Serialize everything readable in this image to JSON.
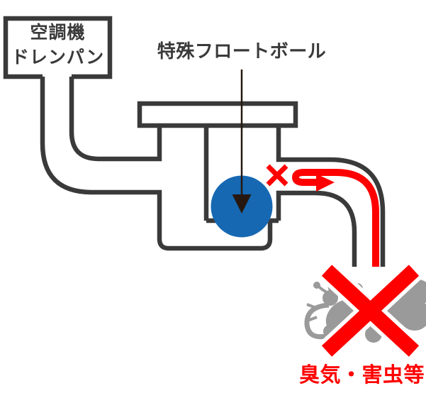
{
  "diagram": {
    "background": "#ffffff",
    "drain_pan_label": {
      "line1": "空調機",
      "line2": "ドレンパン"
    },
    "float_ball_label": "特殊フロートボール",
    "blocked_label": "臭気・害虫等",
    "colors": {
      "pipe": "#3a3a3a",
      "ball": "#1668b2",
      "red": "#ff0000",
      "gray": "#9a9a9a",
      "pointer": "#261811",
      "white": "#ffffff"
    },
    "icons": [
      "float-ball",
      "down-arrow-pointer-icon",
      "blocked-cross-icon",
      "u-turn-arrow-icon",
      "prohibited-x-icon",
      "cockroach-icon",
      "odor-cloud-icon"
    ]
  }
}
